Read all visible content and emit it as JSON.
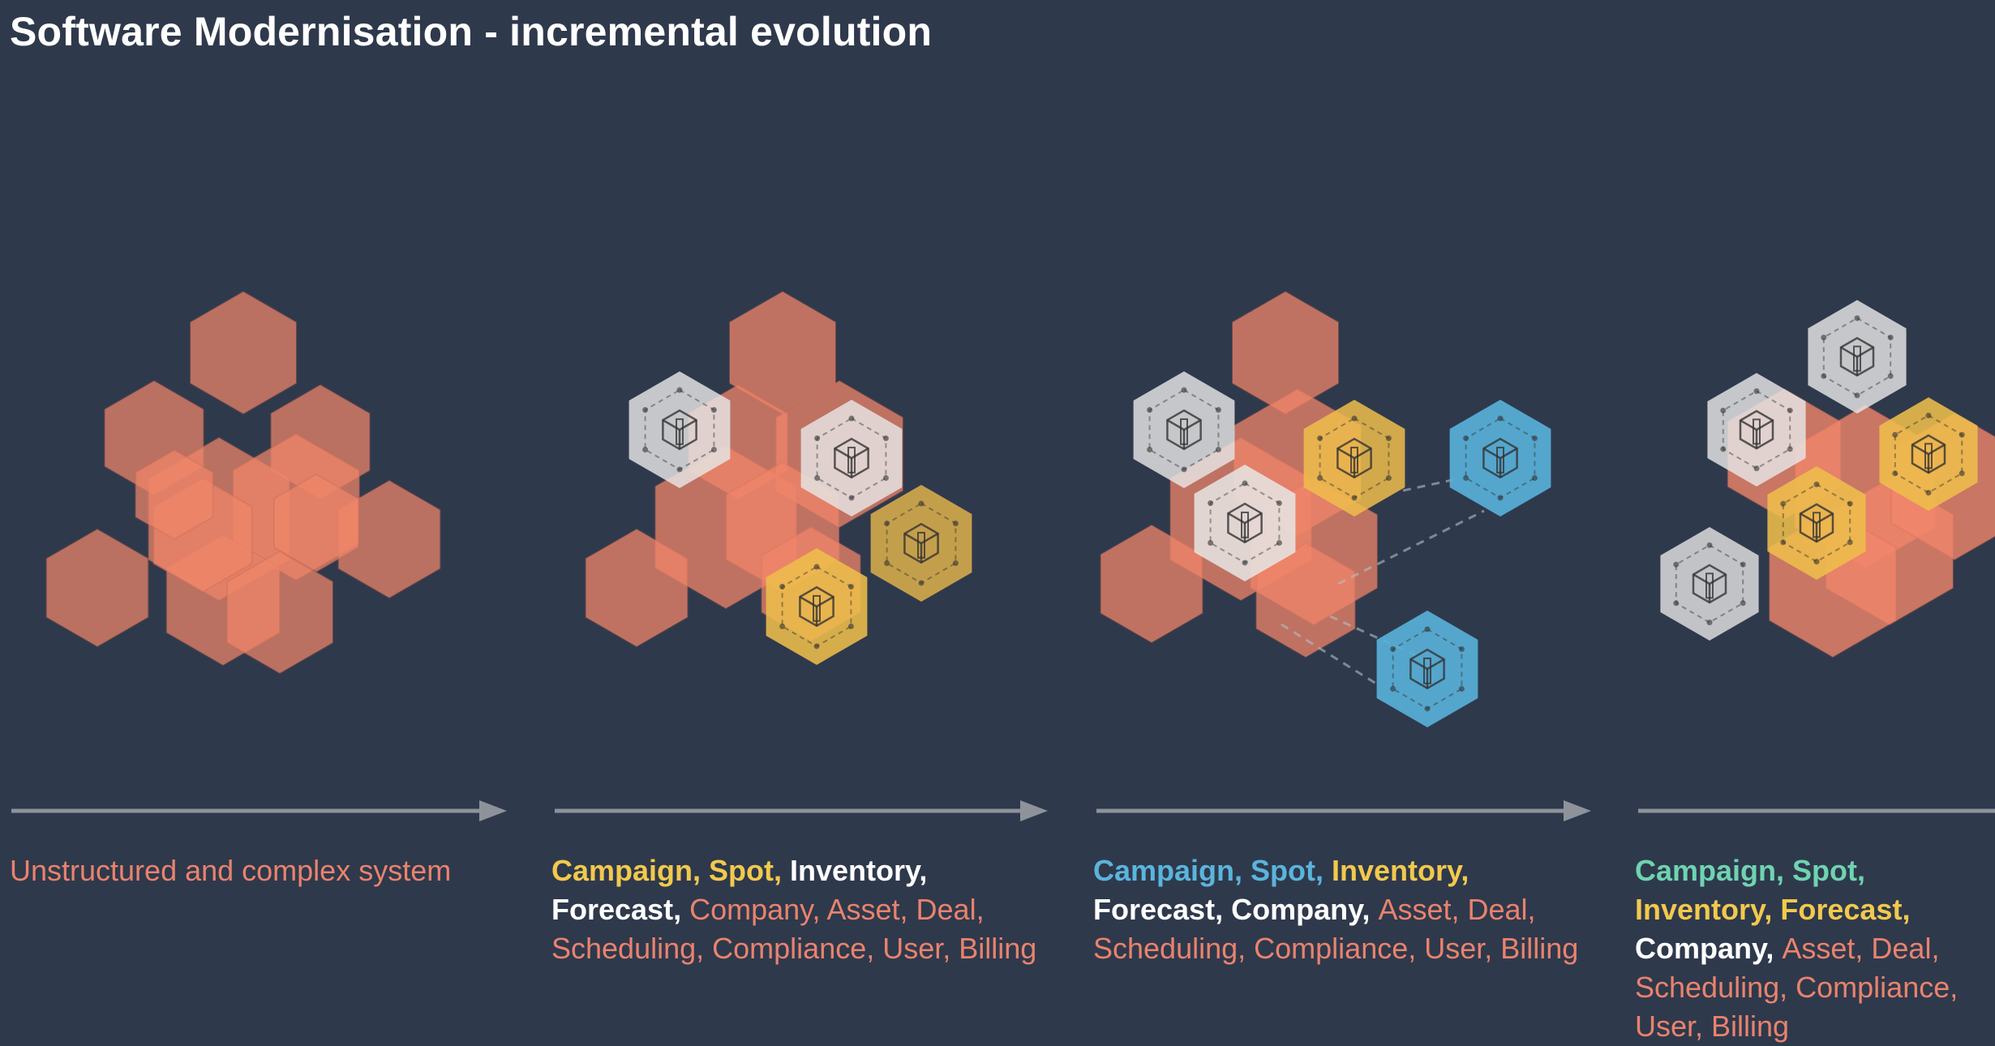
{
  "title": "Software Modernisation - incremental evolution",
  "colors": {
    "background": "#2f394c",
    "monolith": "#f0866a",
    "service_white": "#e6e6e6",
    "service_yellow": "#eebd4b",
    "service_blue": "#58b0d8",
    "arrow": "#8e939b",
    "label_yellow": "#f2c94c",
    "label_blue": "#5ab4dc",
    "label_green": "#6fd3b0",
    "label_white": "#ffffff",
    "label_salmon": "#e9836d"
  },
  "stages": [
    {
      "caption": [
        {
          "text": "Unstructured and complex system",
          "color": "salmon"
        }
      ]
    },
    {
      "caption": [
        {
          "text": "Campaign, ",
          "color": "yellow"
        },
        {
          "text": "Spot, ",
          "color": "yellow"
        },
        {
          "text": "Inventory, ",
          "color": "white"
        },
        {
          "text": "Forecast, ",
          "color": "white"
        },
        {
          "text": "Company, Asset, Deal, Scheduling, Compliance, User, Billing",
          "color": "salmon"
        }
      ]
    },
    {
      "caption": [
        {
          "text": "Campaign, ",
          "color": "blue"
        },
        {
          "text": "Spot, ",
          "color": "blue"
        },
        {
          "text": "Inventory, ",
          "color": "yellow"
        },
        {
          "text": "Forecast, ",
          "color": "white"
        },
        {
          "text": "Company, ",
          "color": "white"
        },
        {
          "text": "Asset, Deal, Scheduling, Compliance, User, Billing",
          "color": "salmon"
        }
      ]
    },
    {
      "caption": [
        {
          "text": "Campaign, ",
          "color": "green"
        },
        {
          "text": "Spot, ",
          "color": "green"
        },
        {
          "text": "Inventory, ",
          "color": "yellow"
        },
        {
          "text": "Forecast, ",
          "color": "yellow"
        },
        {
          "text": "Company, ",
          "color": "white"
        },
        {
          "text": "Asset, Deal, Scheduling, Compliance, User, Billing",
          "color": "salmon"
        }
      ]
    }
  ]
}
